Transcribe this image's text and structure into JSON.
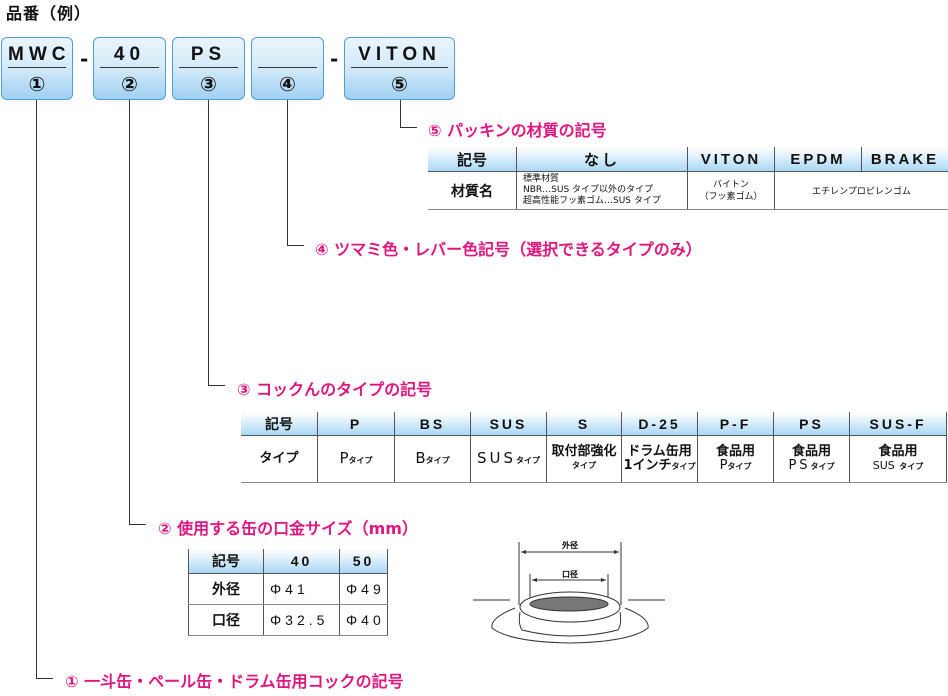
{
  "title": "品番（例）",
  "part_code": {
    "segments": [
      {
        "value": "MWC",
        "number": "①"
      },
      {
        "value": "40",
        "number": "②"
      },
      {
        "value": "PS",
        "number": "③"
      },
      {
        "value": "",
        "number": "④"
      },
      {
        "value": "VITON",
        "number": "⑤"
      }
    ],
    "separator": "-"
  },
  "section5": {
    "heading": "⑤ パッキンの材質の記号",
    "headers": [
      "記号",
      "なし",
      "VITON",
      "EPDM",
      "BRAKE"
    ],
    "row_label": "材質名",
    "none_lines": [
      "標準材質",
      "NBR…SUS タイプ以外のタイプ",
      "超高性能フッ素ゴム…SUS タイプ"
    ],
    "viton_lines": [
      "バイトン",
      "（フッ素ゴム）"
    ],
    "epdm_brake": "エチレンプロピレンゴム"
  },
  "section4": {
    "heading": "④ ツマミ色・レバー色記号（選択できるタイプのみ）"
  },
  "section3": {
    "heading": "③ コックんのタイプの記号",
    "headers": [
      "記号",
      "P",
      "BS",
      "SUS",
      "S",
      "D-25",
      "P-F",
      "PS",
      "SUS-F"
    ],
    "row_label": "タイプ",
    "cells": [
      {
        "main": "P",
        "sub": "タイプ"
      },
      {
        "main": "B",
        "sub": "タイプ"
      },
      {
        "main": "SUS",
        "sub": "タイプ"
      },
      {
        "line1": "取付部強化",
        "line2": "タイプ"
      },
      {
        "line1": "ドラム缶用",
        "line2": "1インチ",
        "line2_sub": "タイプ"
      },
      {
        "line1": "食品用",
        "line2": "P",
        "line2_sub": "タイプ"
      },
      {
        "line1": "食品用",
        "line2": "PS",
        "line2_sub": "タイプ"
      },
      {
        "line1": "食品用",
        "line2": "SUS",
        "line2_sub": "タイプ"
      }
    ]
  },
  "section2": {
    "heading": "② 使用する缶の口金サイズ（mm）",
    "headers": [
      "記号",
      "40",
      "50"
    ],
    "rows": [
      {
        "label": "外径",
        "values": [
          "Φ41",
          "Φ49"
        ]
      },
      {
        "label": "口径",
        "values": [
          "Φ32.5",
          "Φ40"
        ]
      }
    ],
    "diagram": {
      "outer_label": "外径",
      "inner_label": "口径"
    }
  },
  "section1": {
    "heading": "① 一斗缶・ペール缶・ドラム缶用コックの記号"
  },
  "colors": {
    "accent": "#e0167f",
    "box_border": "#4f9ed6",
    "box_fill": "#bfe1f8"
  }
}
